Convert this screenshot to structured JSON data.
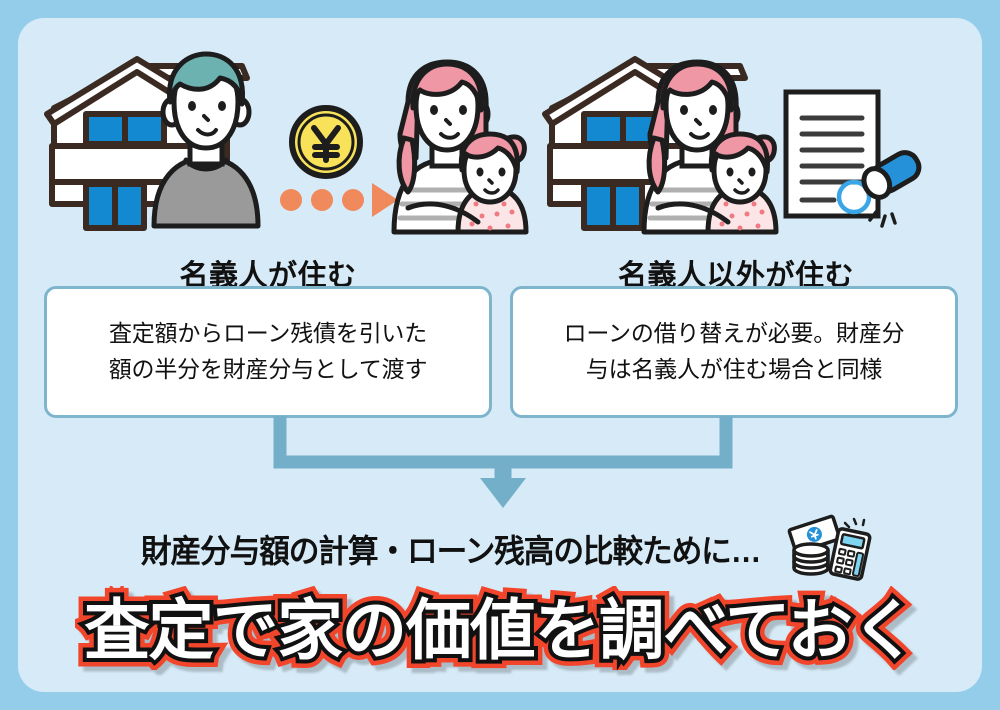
{
  "theme": {
    "outer_border_color": "#93cdea",
    "panel_color": "#d6ebf7",
    "box_border_color": "#7fb4cd",
    "connector_color": "#74afc9",
    "accent_orange": "#f08a5d",
    "headline_red": "#f2462c",
    "house_window_blue": "#1289d0",
    "coin_yellow": "#f7e259",
    "hair_pink": "#ef97a4",
    "hair_teal": "#6cb2b0",
    "sweater_gray": "#9a9a9a",
    "stamp_blue": "#2491d8"
  },
  "columns": [
    {
      "heading": "名義人が住む",
      "body_lines": [
        "査定額からローン残債を引いた",
        "額の半分を財産分与として渡す"
      ],
      "illustration": [
        "house-icon",
        "man-icon",
        "yen-coin-icon",
        "dots-arrow-icon",
        "woman-child-icon"
      ]
    },
    {
      "heading": "名義人以外が住む",
      "body_lines": [
        "ローンの借り替えが必要。財産分",
        "与は名義人が住む場合と同様"
      ],
      "illustration": [
        "house-icon",
        "woman-child-icon",
        "document-stamp-icon"
      ]
    }
  ],
  "connector": {
    "icon": "down-arrow-bracket-icon"
  },
  "middle": {
    "text": "財産分与額の計算・ローン残高の比較ために…",
    "icon": "money-calculator-icon"
  },
  "headline": {
    "text": "査定で家の価値を調べておく"
  }
}
